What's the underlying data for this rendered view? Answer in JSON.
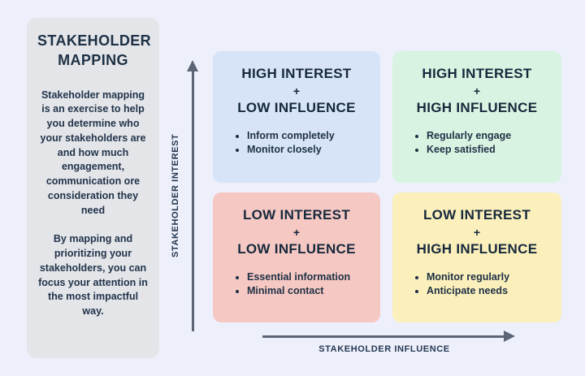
{
  "colors": {
    "background": "#edf0fb",
    "sidebar_bg": "#e3e5e9",
    "text_dark": "#1d3044",
    "arrow": "#5c6576"
  },
  "sidebar": {
    "title": "STAKEHOLDER MAPPING",
    "paragraph1": "Stakeholder mapping is an exercise to help you determine who your stakeholders are and how much engagement, communication ore consideration they need",
    "paragraph2": "By mapping and prioritizing your stakeholders, you can focus your attention in the most impactful way."
  },
  "axes": {
    "y_label": "STAKEHOLDER INTEREST",
    "x_label": "STAKEHOLDER INFLUENCE"
  },
  "quadrants": [
    {
      "id": "high-interest-low-influence",
      "line1": "HIGH INTEREST",
      "plus": "+",
      "line2": "LOW INFLUENCE",
      "bullets": [
        "Inform completely",
        "Monitor closely"
      ],
      "color": "#d7e4f8"
    },
    {
      "id": "high-interest-high-influence",
      "line1": "HIGH INTEREST",
      "plus": "+",
      "line2": "HIGH INFLUENCE",
      "bullets": [
        "Regularly engage",
        "Keep satisfied"
      ],
      "color": "#d9f3e2"
    },
    {
      "id": "low-interest-low-influence",
      "line1": "LOW INTEREST",
      "plus": "+",
      "line2": "LOW INFLUENCE",
      "bullets": [
        "Essential information",
        "Minimal contact"
      ],
      "color": "#f6c8c3"
    },
    {
      "id": "low-interest-high-influence",
      "line1": "LOW INTEREST",
      "plus": "+",
      "line2": "HIGH INFLUENCE",
      "bullets": [
        "Monitor regularly",
        "Anticipate needs"
      ],
      "color": "#fbefbc"
    }
  ]
}
